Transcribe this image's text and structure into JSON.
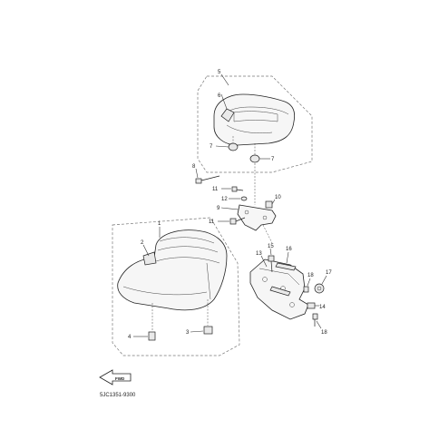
{
  "callouts": {
    "c1": "1",
    "c2": "2",
    "c3": "3",
    "c4": "4",
    "c5": "5",
    "c6": "6",
    "c7a": "7",
    "c7b": "7",
    "c8": "8",
    "c9": "9",
    "c10": "10",
    "c11a": "11",
    "c11b": "11",
    "c12": "12",
    "c13": "13",
    "c14": "14",
    "c15": "15",
    "c16": "16",
    "c17": "17",
    "c18a": "18",
    "c18b": "18"
  },
  "front_arrow_label": "FWD",
  "diagram_code": "5JC1351-9300",
  "icons": [
    "front-arrow-icon"
  ]
}
